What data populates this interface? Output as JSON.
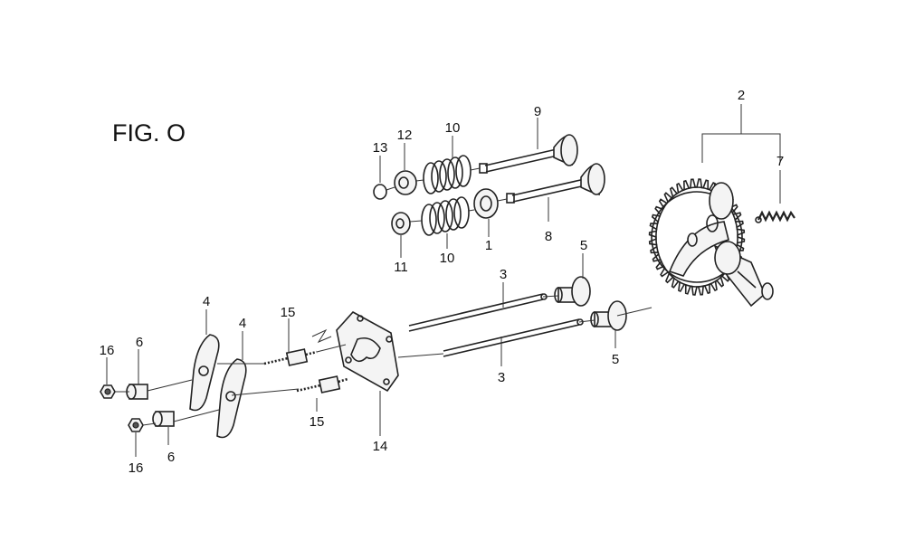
{
  "figure": {
    "title": "FIG. O"
  },
  "callouts": [
    {
      "id": "c2",
      "label": "2"
    },
    {
      "id": "c7",
      "label": "7"
    },
    {
      "id": "c9",
      "label": "9"
    },
    {
      "id": "c13",
      "label": "13"
    },
    {
      "id": "c12",
      "label": "12"
    },
    {
      "id": "c10a",
      "label": "10"
    },
    {
      "id": "c1",
      "label": "1"
    },
    {
      "id": "c8",
      "label": "8"
    },
    {
      "id": "c11",
      "label": "11"
    },
    {
      "id": "c10b",
      "label": "10"
    },
    {
      "id": "c5a",
      "label": "5"
    },
    {
      "id": "c3a",
      "label": "3"
    },
    {
      "id": "c4a",
      "label": "4"
    },
    {
      "id": "c4b",
      "label": "4"
    },
    {
      "id": "c15a",
      "label": "15"
    },
    {
      "id": "c16a",
      "label": "16"
    },
    {
      "id": "c6a",
      "label": "6"
    },
    {
      "id": "c5b",
      "label": "5"
    },
    {
      "id": "c3b",
      "label": "3"
    },
    {
      "id": "c15b",
      "label": "15"
    },
    {
      "id": "c14",
      "label": "14"
    },
    {
      "id": "c16b",
      "label": "16"
    },
    {
      "id": "c6b",
      "label": "6"
    }
  ]
}
